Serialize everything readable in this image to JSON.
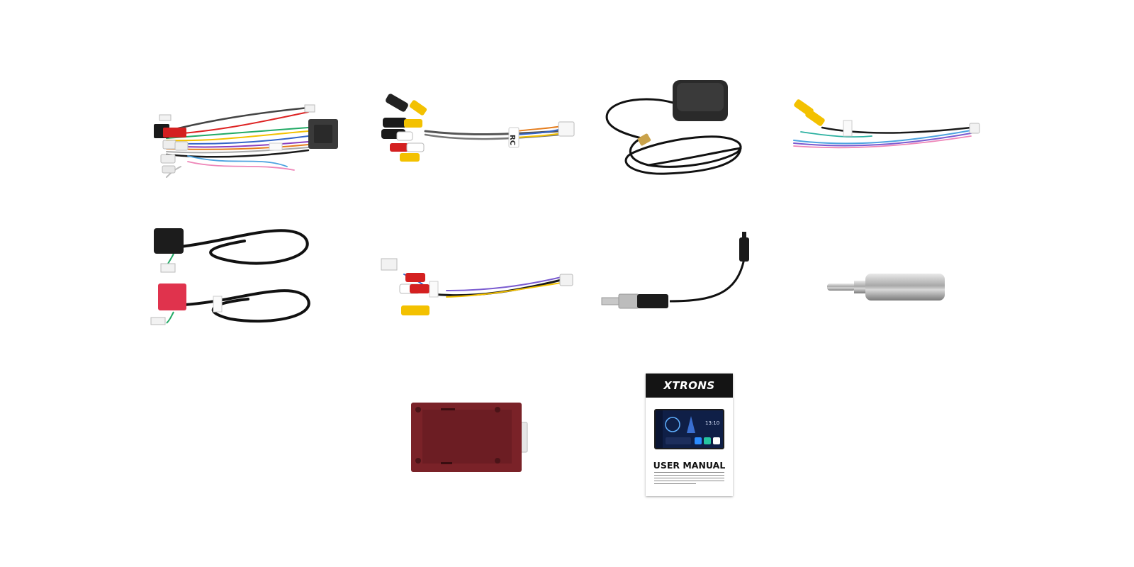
{
  "items": [
    {
      "name": "power-wiring-harness"
    },
    {
      "name": "rca-cable",
      "label": "RC"
    },
    {
      "name": "gps-antenna"
    },
    {
      "name": "camera-input-cable"
    },
    {
      "name": "usb-cables"
    },
    {
      "name": "audio-rca-cable"
    },
    {
      "name": "radio-antenna-adapter-cable"
    },
    {
      "name": "antenna-connector-adapter"
    },
    {
      "name": "canbus-decoder-box"
    },
    {
      "name": "user-manual",
      "brand": "XTRONS",
      "title": "USER MANUAL",
      "screen_time": "13:10"
    }
  ]
}
